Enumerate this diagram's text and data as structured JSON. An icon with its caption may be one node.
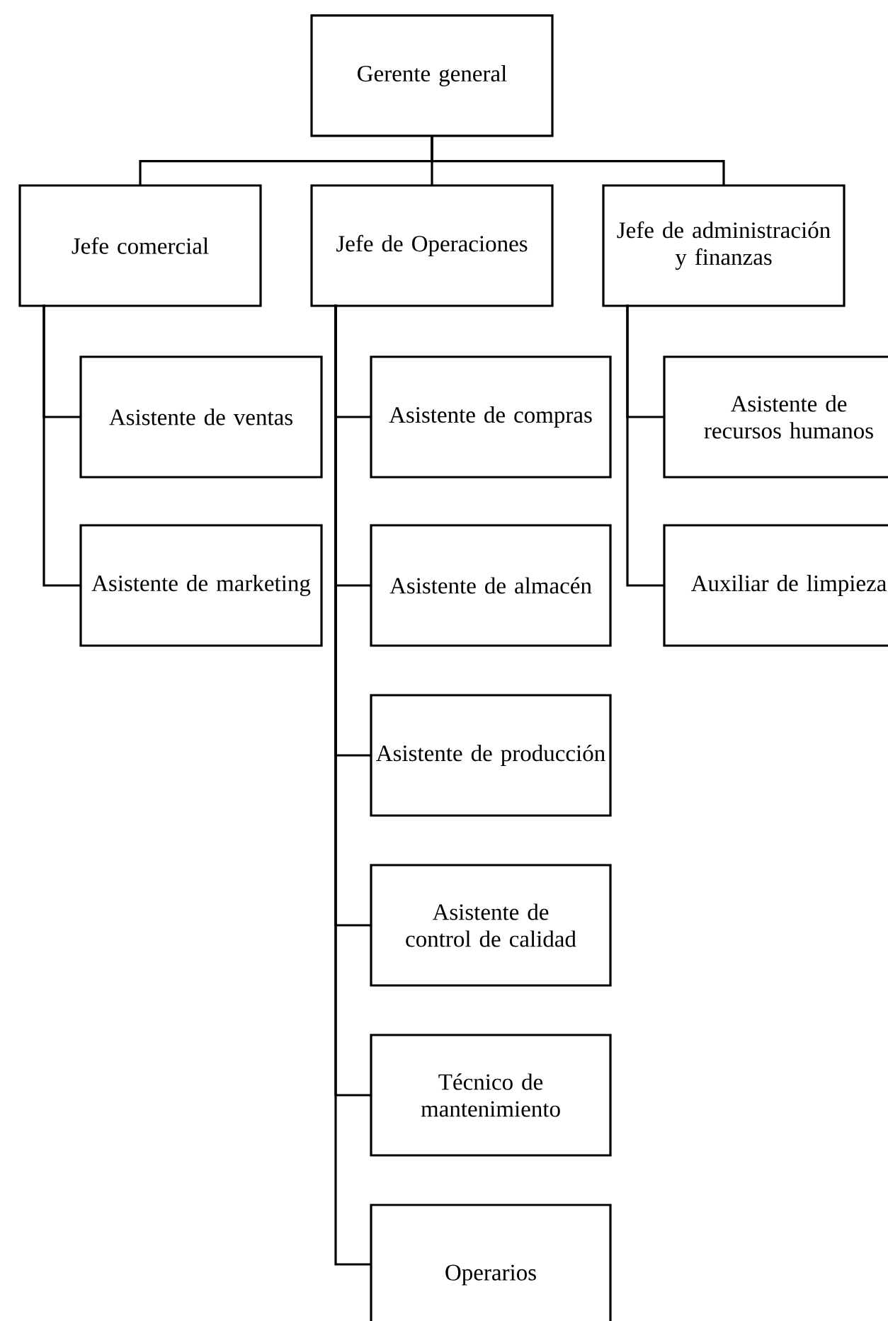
{
  "diagram": {
    "nodes": [
      {
        "text": [
          "Gerente general"
        ]
      },
      {
        "text": [
          "Jefe comercial"
        ]
      },
      {
        "text": [
          "Jefe de Operaciones"
        ]
      },
      {
        "text": [
          "Jefe de administración y finanzas"
        ]
      },
      {
        "text": [
          "Asistente de ventas"
        ]
      },
      {
        "text": [
          "Asistente de marketing"
        ]
      },
      {
        "text": [
          "Asistente de compras"
        ]
      },
      {
        "text": [
          "Asistente de almacén"
        ]
      },
      {
        "text": [
          "Asistente de producción"
        ]
      },
      {
        "text": [
          "Asistente de control de calidad"
        ]
      },
      {
        "text": [
          "Técnico de mantenimiento"
        ]
      },
      {
        "text": [
          "Operarios"
        ]
      },
      {
        "text": [
          "Asistente de recursos humanos"
        ]
      },
      {
        "text": [
          "Auxiliar de limpieza"
        ]
      }
    ],
    "edges": [
      {
        "from": 0,
        "to": 1,
        "arrow": "none"
      },
      {
        "from": 0,
        "to": 2,
        "arrow": "none"
      },
      {
        "from": 0,
        "to": 3,
        "arrow": "none"
      },
      {
        "from": 1,
        "to": 4,
        "arrow": "none"
      },
      {
        "from": 1,
        "to": 5,
        "arrow": "none"
      },
      {
        "from": 2,
        "to": 6,
        "arrow": "none"
      },
      {
        "from": 2,
        "to": 7,
        "arrow": "none"
      },
      {
        "from": 2,
        "to": 8,
        "arrow": "none"
      },
      {
        "from": 2,
        "to": 9,
        "arrow": "none"
      },
      {
        "from": 2,
        "to": 10,
        "arrow": "none"
      },
      {
        "from": 2,
        "to": 11,
        "arrow": "none"
      },
      {
        "from": 3,
        "to": 12,
        "arrow": "none"
      },
      {
        "from": 3,
        "to": 13,
        "arrow": "none"
      }
    ]
  }
}
